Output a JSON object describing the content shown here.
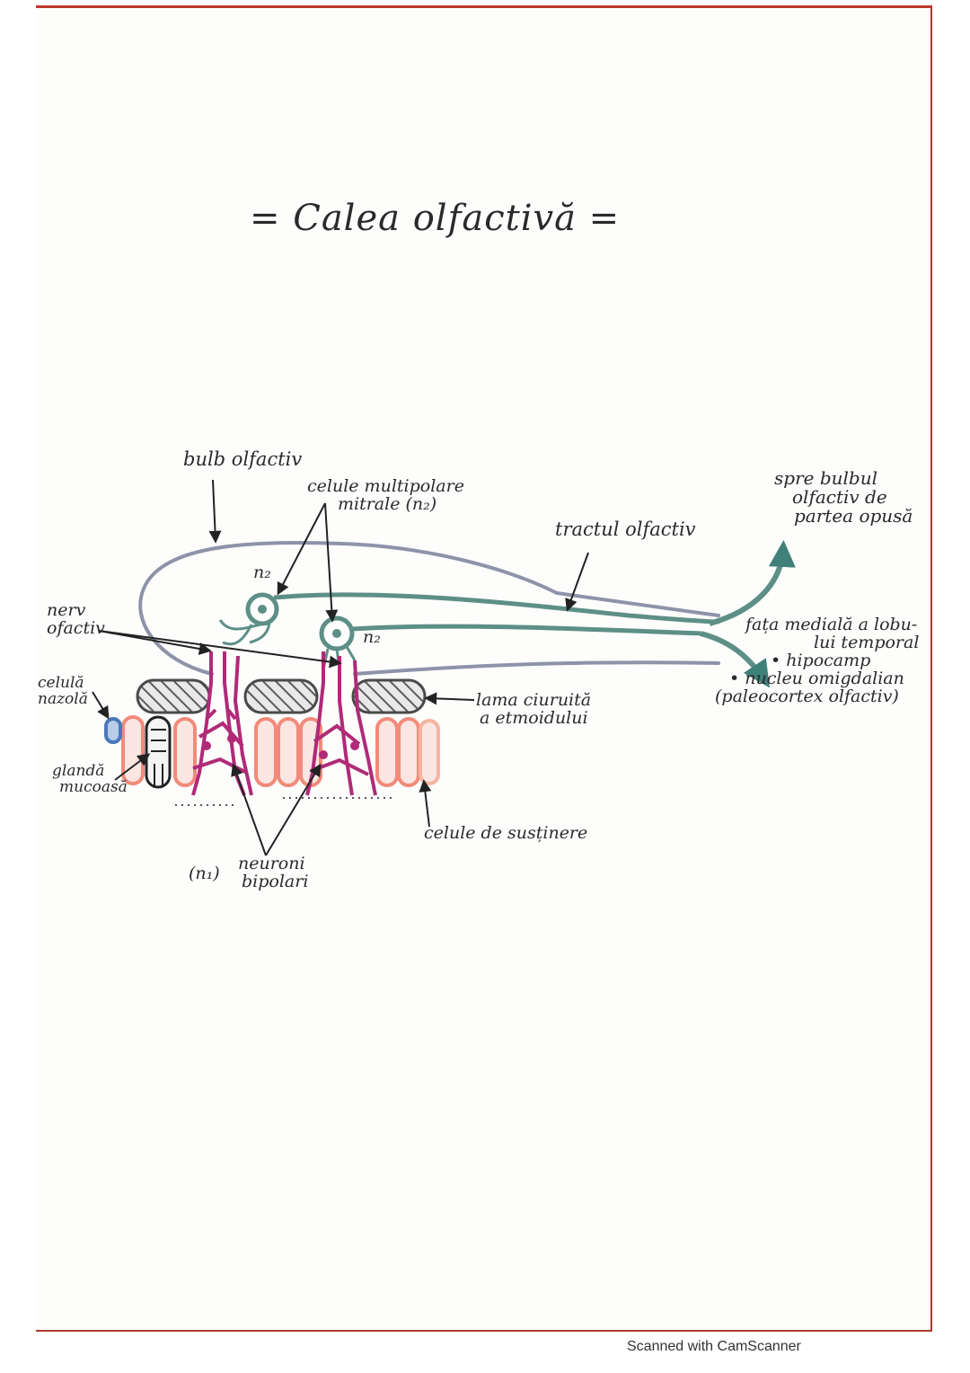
{
  "title": "= Calea olfactivă =",
  "labels": {
    "bulb": "bulb olfactiv",
    "mitral_line1": "celule multipolare",
    "mitral_line2": "mitrale (n₂)",
    "tract": "tractul olfactiv",
    "opposite_line1": "spre bulbul",
    "opposite_line2": "olfactiv de",
    "opposite_line3": "partea opusă",
    "nerve_line1": "nerv",
    "nerve_line2": "ofactiv",
    "n2_a": "n₂",
    "n2_b": "n₂",
    "nasal_line1": "celulă",
    "nasal_line2": "nazolă",
    "cribriform_line1": "lama ciuruită",
    "cribriform_line2": "a etmoidului",
    "gland_line1": "glandă",
    "gland_line2": "mucoasă",
    "medial_line1": "fața medială a lobu-",
    "medial_line2": "lui temporal",
    "hippocampus": "• hipocamp",
    "amygdala": "• nucleu omigdalian",
    "paleocortex": "(paleocortex olfactiv)",
    "support": "celule de susținere",
    "n1": "(n₁)",
    "bipolar_line1": "neuroni",
    "bipolar_line2": "bipolari"
  },
  "footer": "Scanned with CamScanner",
  "colors": {
    "bulb_outline": "#8e93a8",
    "mitral": "#5d8f86",
    "bipolar": "#b02a78",
    "support": "#f28a7a",
    "bone": "#7d7d7d",
    "nasal_cell": "#4a78b8",
    "border": "#c0392b"
  }
}
